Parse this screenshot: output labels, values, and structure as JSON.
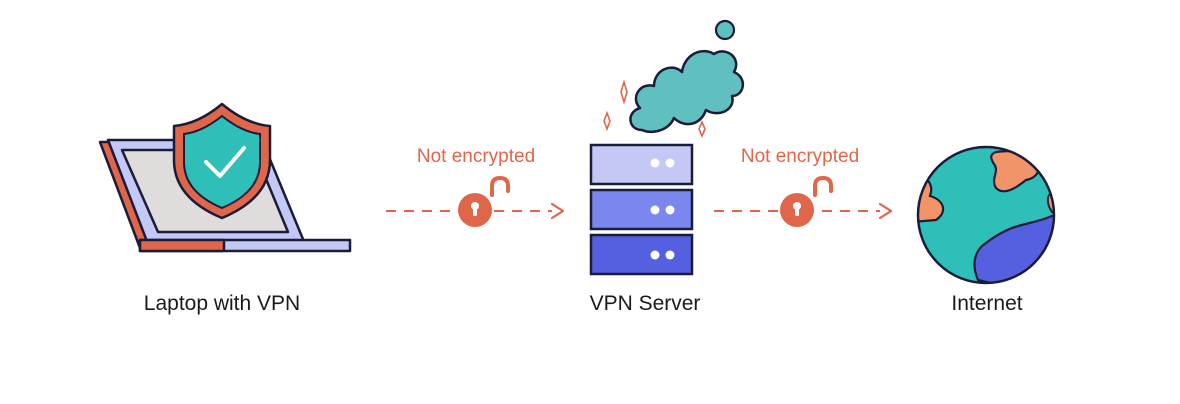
{
  "nodes": [
    {
      "label": "Laptop with VPN",
      "icon": "laptop-with-shield-icon"
    },
    {
      "label": "VPN Server",
      "icon": "server-stack-icon"
    },
    {
      "label": "Internet",
      "icon": "globe-icon"
    }
  ],
  "links": [
    {
      "label": "Not encrypted",
      "icon": "unlocked-padlock-icon"
    },
    {
      "label": "Not encrypted",
      "icon": "unlocked-padlock-icon"
    }
  ],
  "colors": {
    "outline": "#1b1b3a",
    "accent": "#e0664a",
    "laptop_body": "#c3c8f5",
    "laptop_screen": "#e0dcdc",
    "shield_fill": "#2fbfb9",
    "cloud": "#5fc0bf",
    "server_top": "#c3c8f5",
    "server_mid": "#7b86ee",
    "server_bottom": "#5460e0",
    "globe_ocean": "#2fbfb9",
    "globe_land_orange": "#f2946a",
    "globe_land_blue": "#5460e0"
  }
}
